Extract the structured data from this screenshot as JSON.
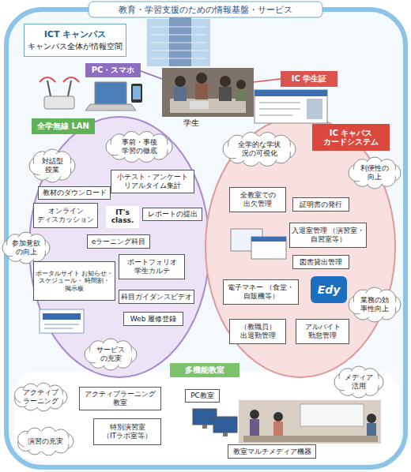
{
  "diagram": {
    "title": "教育・学習支援のための情報基盤・サービス",
    "nodes": [
      {
        "text": [
          "ICT キャンパス",
          "キャンパス全体が情報空間"
        ]
      },
      {
        "text": [
          "PC・スマホ"
        ]
      },
      {
        "text": [
          "IC 学生証"
        ]
      },
      {
        "text": [
          "全学無線 LAN"
        ]
      },
      {
        "text": [
          "事前・事後 学習の徹底"
        ],
        "in": 3
      },
      {
        "text": [
          "対話型 授業"
        ],
        "in": 3
      },
      {
        "text": [
          "小テスト・アンケート リアルタイム集計"
        ],
        "in": 3
      },
      {
        "text": [
          "教材のダウンロード"
        ],
        "in": 3
      },
      {
        "text": [
          "オンライン ディスカッション"
        ],
        "in": 3
      },
      {
        "text": [
          "レポートの提出"
        ],
        "in": 3
      },
      {
        "text": [
          "参加意欲 の向上"
        ],
        "in": 3
      },
      {
        "text": [
          "eラーニング科目"
        ],
        "in": 3
      },
      {
        "text": [
          "ポータルサイト お知らせ・スケジュール・ 時間割・掲示板"
        ],
        "in": 3
      },
      {
        "text": [
          "ポートフォリオ 学生カルテ"
        ],
        "in": 3
      },
      {
        "text": [
          "科目ガイダンスビデオ"
        ],
        "in": 3
      },
      {
        "text": [
          "Web 履修登録"
        ],
        "in": 3
      },
      {
        "text": [
          "サービス の充実"
        ],
        "in": 3
      },
      {
        "text": [
          "IC キャパス カードシステム"
        ]
      },
      {
        "text": [
          "全学的な学状 況の可視化"
        ],
        "in": 17
      },
      {
        "text": [
          "利便性の 向上"
        ],
        "in": 17
      },
      {
        "text": [
          "全教室での 出欠管理"
        ],
        "in": 17
      },
      {
        "text": [
          "証明書の発行"
        ],
        "in": 17
      },
      {
        "text": [
          "入退室管理 （演習室・自習室等）"
        ],
        "in": 17
      },
      {
        "text": [
          "図書貸出管理"
        ],
        "in": 17
      },
      {
        "text": [
          "電子マネー （食堂・自販機等）"
        ],
        "in": 17
      },
      {
        "text": [
          "業務の効 率性向上"
        ],
        "in": 17
      },
      {
        "text": [
          "（教職員） 出退勤管理"
        ],
        "in": 17
      },
      {
        "text": [
          "アルバイト 勤怠管理"
        ],
        "in": 17
      },
      {
        "text": [
          "多機能教室"
        ]
      },
      {
        "text": [
          "メディア 活用"
        ],
        "in": 28
      },
      {
        "text": [
          "アクティブ ラーニング"
        ],
        "in": 28
      },
      {
        "text": [
          "アクティブラーニング 教室"
        ],
        "in": 28
      },
      {
        "text": [
          "PC教室"
        ],
        "in": 28
      },
      {
        "text": [
          "特別演習室 （ITラボ室等）"
        ],
        "in": 28
      },
      {
        "text": [
          "演習の充実"
        ],
        "in": 28
      },
      {
        "text": [
          "教室マルチメディア機器"
        ],
        "in": 28
      }
    ],
    "labels": [
      "学生",
      "IT's class.",
      "Edy"
    ]
  }
}
